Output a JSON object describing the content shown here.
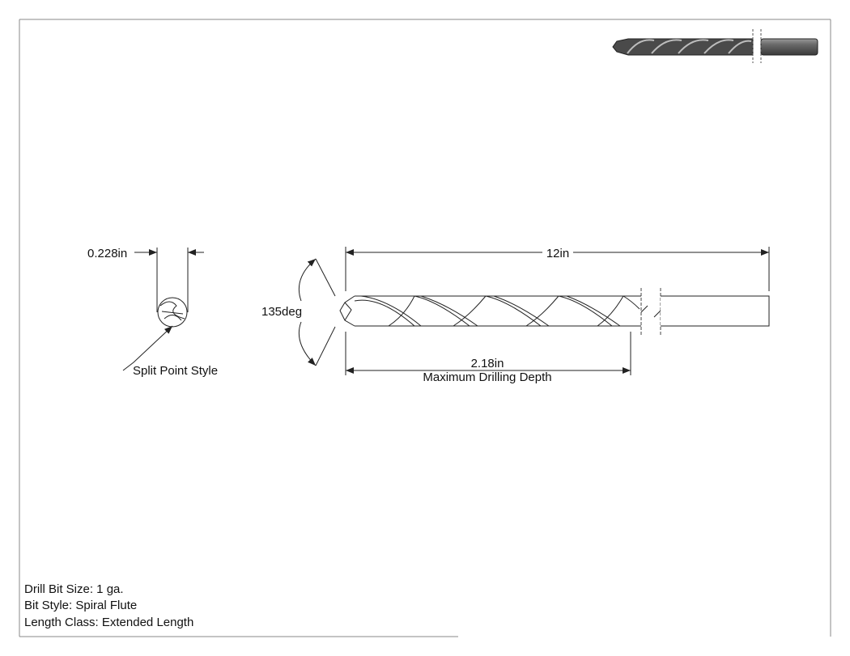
{
  "dimensions": {
    "diameter": "0.228in",
    "overall_length": "12in",
    "point_angle": "135deg",
    "drilling_depth": "2.18in",
    "drilling_depth_caption": "Maximum Drilling Depth",
    "point_style": "Split Point Style"
  },
  "specs": [
    "Drill Bit Size: 1 ga.",
    "Bit Style: Spiral Flute",
    "Length Class: Extended Length"
  ],
  "colors": {
    "line": "#222222",
    "preview_body": "#555555"
  }
}
